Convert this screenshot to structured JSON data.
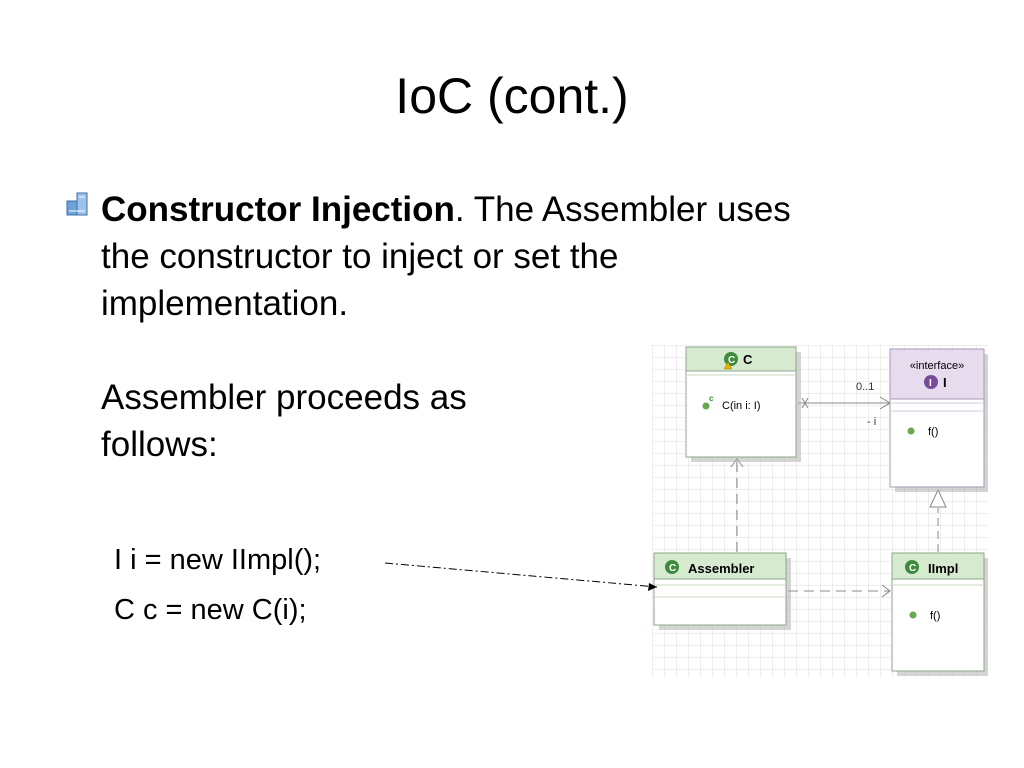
{
  "slide": {
    "title": "IoC (cont.)",
    "bullet": {
      "heading": "Constructor Injection",
      "text": ". The Assembler uses the constructor to inject or set the implementation.",
      "followup": "Assembler proceeds as follows:"
    },
    "code": [
      "I i = new IImpl();",
      "C c = new C(i);"
    ]
  },
  "diagram": {
    "classes": {
      "c": {
        "name": "C",
        "members": [
          "C(in i: I)"
        ]
      },
      "i": {
        "stereotype": "«interface»",
        "name": "I",
        "members": [
          "f()"
        ]
      },
      "assembler": {
        "name": "Assembler",
        "members": []
      },
      "iimpl": {
        "name": "IImpl",
        "members": [
          "f()"
        ]
      }
    },
    "association": {
      "multiplicity": "0..1",
      "role": "- i"
    },
    "colors": {
      "class_header": "#d6ead0",
      "interface_header": "#e6dcee",
      "class_body": "#ffffff",
      "class_icon": "#3d8c3d",
      "interface_icon": "#7a4a9a",
      "method_dot": "#6aa84f",
      "grid": "#dcdcdc"
    }
  }
}
